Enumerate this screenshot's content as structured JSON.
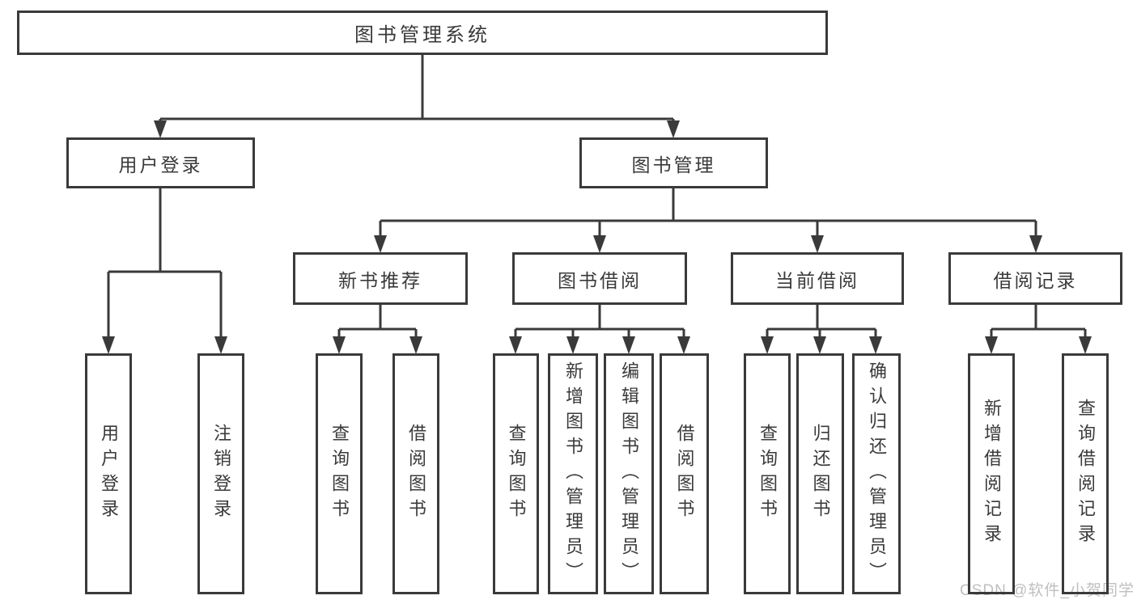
{
  "diagram_title": "图书管理系统",
  "watermark": "CSDN @软件_小贺同学",
  "colors": {
    "line": "#3a3a3a",
    "text": "#3a3a3a",
    "box_background": "#ffffff",
    "watermark": "#bfbfbf",
    "page_background": "#ffffff"
  },
  "tree": {
    "label": "图书管理系统",
    "children": [
      {
        "label": "用户登录",
        "children": [
          {
            "label": "用户登录"
          },
          {
            "label": "注销登录"
          }
        ]
      },
      {
        "label": "图书管理",
        "children": [
          {
            "label": "新书推荐",
            "children": [
              {
                "label": "查询图书"
              },
              {
                "label": "借阅图书"
              }
            ]
          },
          {
            "label": "图书借阅",
            "children": [
              {
                "label": "查询图书"
              },
              {
                "label": "新增图书（管理员）"
              },
              {
                "label": "编辑图书（管理员）"
              },
              {
                "label": "借阅图书"
              }
            ]
          },
          {
            "label": "当前借阅",
            "children": [
              {
                "label": "查询图书"
              },
              {
                "label": "归还图书"
              },
              {
                "label": "确认归还（管理员）"
              }
            ]
          },
          {
            "label": "借阅记录",
            "children": [
              {
                "label": "新增借阅记录"
              },
              {
                "label": "查询借阅记录"
              }
            ]
          }
        ]
      }
    ]
  }
}
